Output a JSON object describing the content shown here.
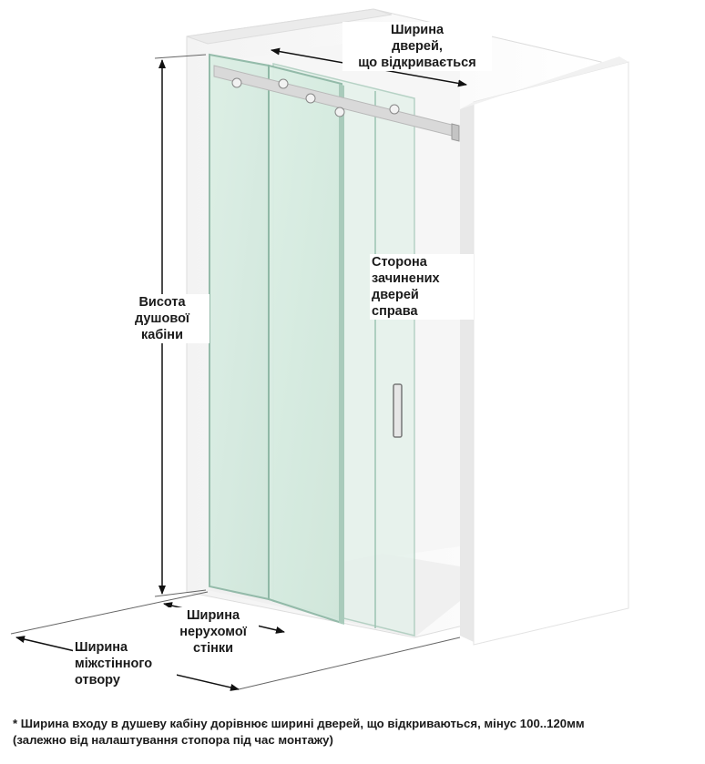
{
  "labels": {
    "door_width": [
      "Ширина",
      "дверей,",
      "що відкривається"
    ],
    "closed_side": [
      "Сторона",
      "зачинених",
      "дверей",
      "справа"
    ],
    "cabin_height": [
      "Висота",
      "душової",
      "кабіни"
    ],
    "fixed_wall_width": [
      "Ширина",
      "нерухомої",
      "стінки"
    ],
    "opening_width": [
      "Ширина",
      "міжстінного",
      "отвору"
    ]
  },
  "footnote": [
    "* Ширина входу в душеву кабіну дорівнює ширині дверей, що відкриваються, мінус 100..120мм",
    "(залежно від налаштування стопора під час монтажу)"
  ],
  "colors": {
    "glass": "#d6ebe0",
    "glass_edge": "#8fb8a6",
    "wall": "#ffffff",
    "wall_shade": "#e4e4e4",
    "rail": "#d9d9d9",
    "text": "#1a1a1a"
  }
}
